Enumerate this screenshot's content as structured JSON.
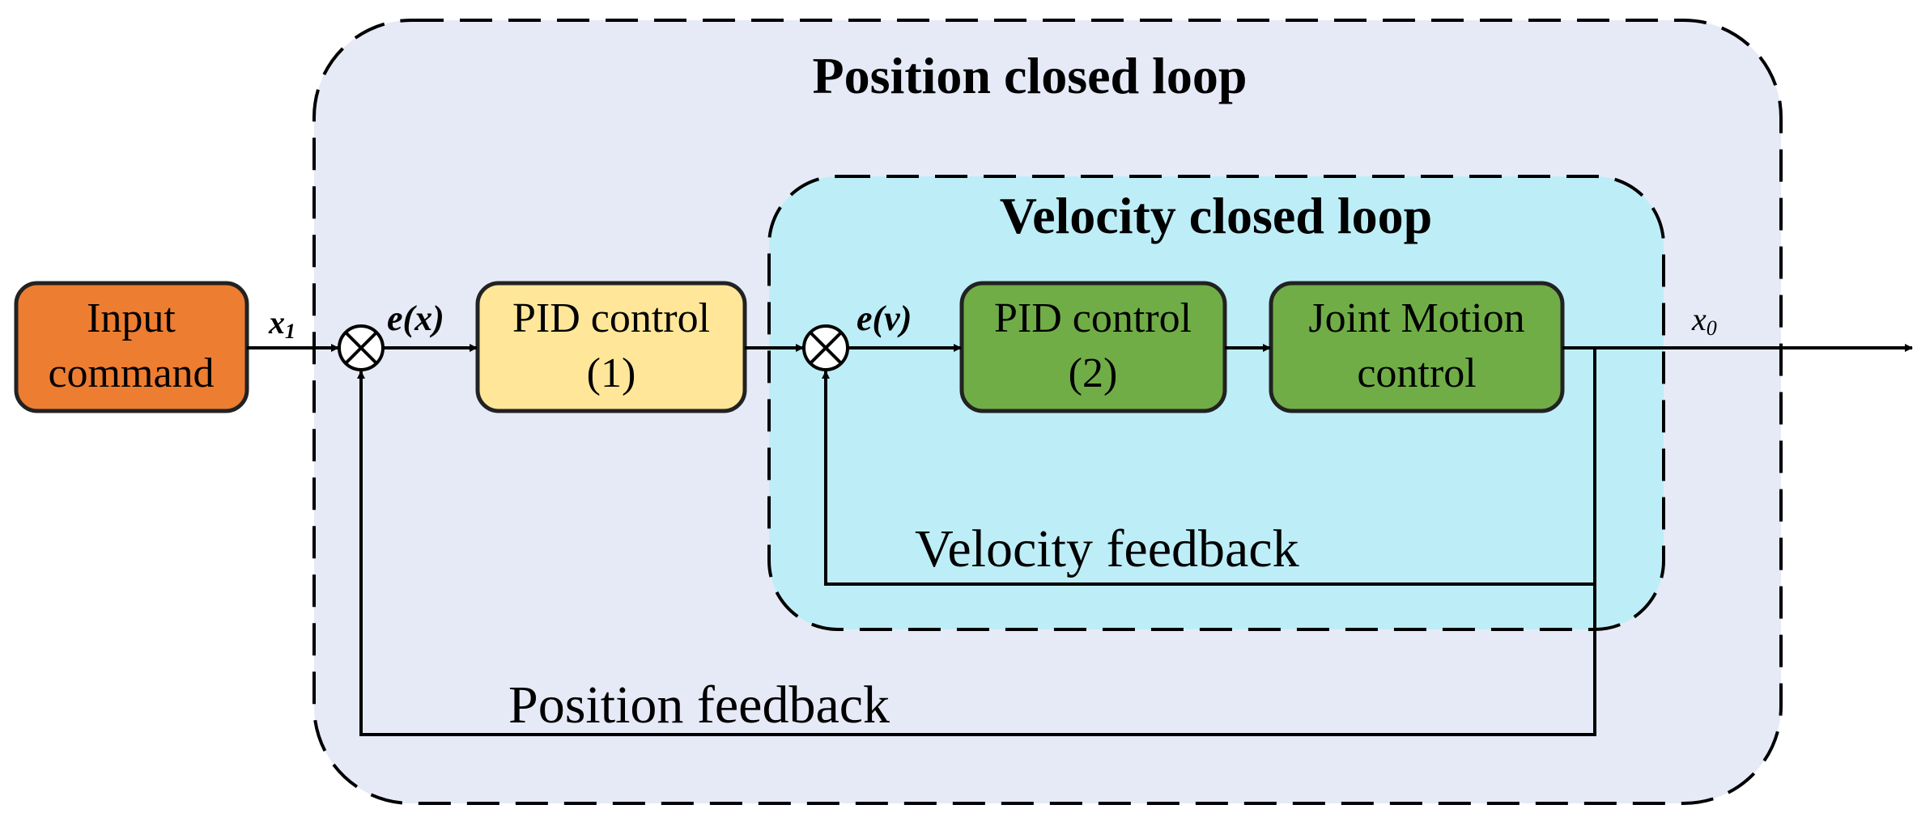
{
  "outer_loop": {
    "title": "Position closed loop",
    "fill": "#e6eaf6",
    "feedback_label": "Position feedback"
  },
  "inner_loop": {
    "title": "Velocity closed loop",
    "fill": "#bdeef7",
    "feedback_label": "Velocity feedback"
  },
  "blocks": {
    "input": {
      "line1": "Input",
      "line2": "command",
      "fill": "#ed7d31"
    },
    "pid1": {
      "line1": "PID control",
      "line2": "(1)",
      "fill": "#ffe699"
    },
    "pid2": {
      "line1": "PID control",
      "line2": "(2)",
      "fill": "#70ad47"
    },
    "joint": {
      "line1": "Joint Motion",
      "line2": "control",
      "fill": "#70ad47"
    }
  },
  "signals": {
    "input": {
      "main": "x",
      "sub": "1"
    },
    "error_position": "e(x)",
    "error_velocity": "e(v)",
    "output": {
      "main": "x",
      "sub": "0"
    }
  }
}
